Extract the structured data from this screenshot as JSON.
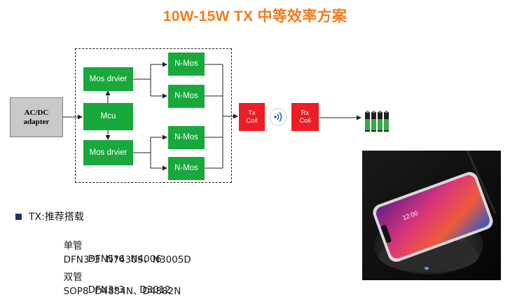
{
  "title": "10W-15W TX 中等效率方案",
  "colors": {
    "title": "#f27d1e",
    "block_green": "#18a83b",
    "coil_red": "#ee1c23",
    "bullet": "#23336b"
  },
  "blocks": {
    "adapter": "AC/DC\nadapter",
    "mos_driver_top": "Mos drvier",
    "mcu": "Mcu",
    "mos_driver_bottom": "Mos drvier",
    "nmos1": "N-Mos",
    "nmos2": "N-Mos",
    "nmos3": "N-Mos",
    "nmos4": "N-Mos",
    "tx_coil": "Tx\nCoil",
    "rx_coil": "Rx\nCoil"
  },
  "icons": {
    "wireless": "wireless-signal-icon",
    "battery": "battery-icon",
    "bullet": "square-bullet-icon"
  },
  "tx_section": {
    "heading": "TX:推荐搭载",
    "rows": [
      {
        "label": "单管",
        "value": "DFN3*3  N7430S、N3005D"
      },
      {
        "label": "",
        "value": "DFN5*6  N4006"
      },
      {
        "label": "双管",
        "value": "SOP8  D4884N、D4882N"
      },
      {
        "label": "",
        "value": "DFN3*3     D3012"
      }
    ]
  },
  "photo": {
    "description_icon": "wireless-charger-phone-photo",
    "phone_time": "12:00"
  }
}
